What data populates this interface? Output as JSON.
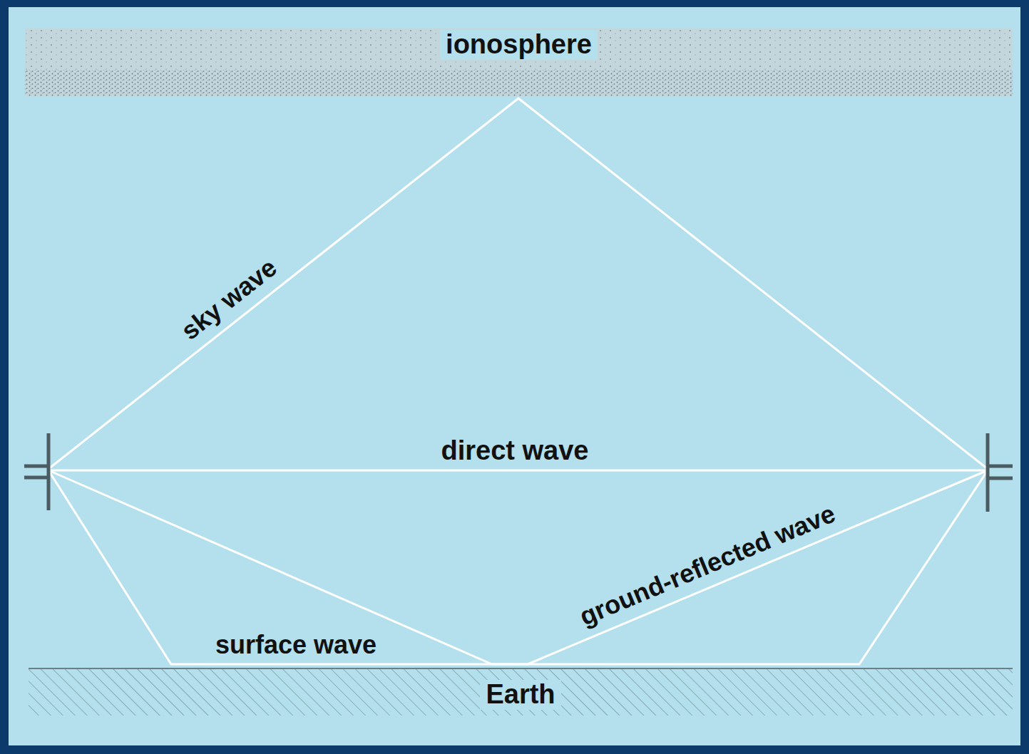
{
  "diagram": {
    "nodes": [
      {
        "text": [
          "ionosphere"
        ]
      },
      {
        "text": [
          "Earth"
        ]
      }
    ],
    "labels": [
      "sky wave",
      "direct wave",
      "ground-reflected wave",
      "surface wave"
    ]
  }
}
